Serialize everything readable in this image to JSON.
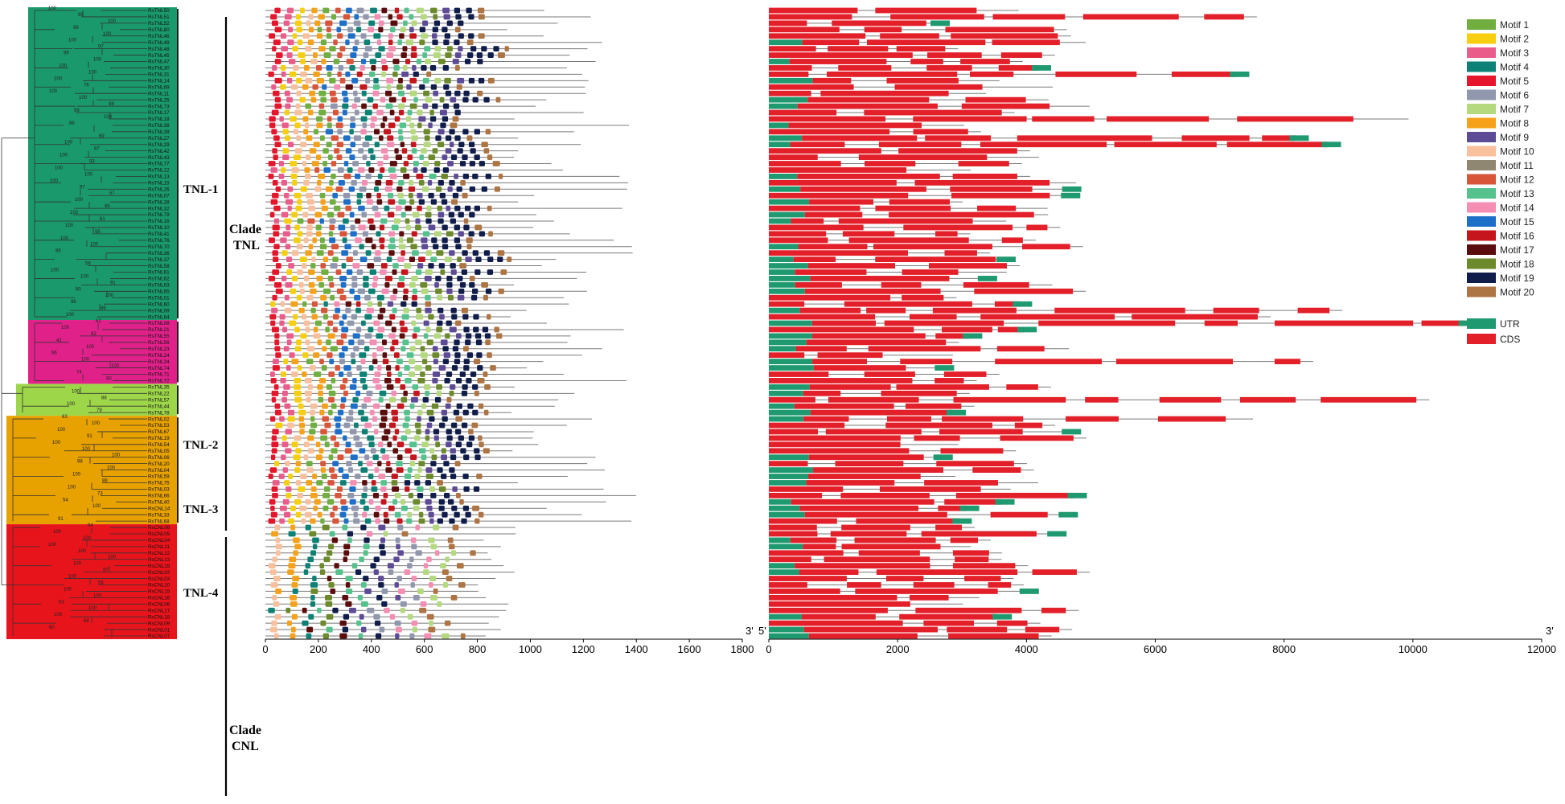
{
  "clade_groups": [
    {
      "key": "tnl1",
      "label": "TNL-1",
      "color": "#1a9a6c",
      "genes": [
        "RsTNL50",
        "RsTNL51",
        "RsTNL52",
        "RsTNL80",
        "RsTNL46",
        "RsTNL49",
        "RsTNL48",
        "RsTNL45",
        "RsTNL47",
        "RsTNL30",
        "RsTNL31",
        "RsTNL14",
        "RsTNL69",
        "RsTNL11",
        "RsTNL25",
        "RsTNL73",
        "RsTNL17",
        "RsTNL18",
        "RsTNL38",
        "RsTNL39",
        "RsTNL27",
        "RsTNL29",
        "RsTNL42",
        "RsTNL43",
        "RsTNL77",
        "RsTNL12",
        "RsTNL13",
        "RsTNL15",
        "RsTNL26",
        "RsTNL07",
        "RsTNL28",
        "RsTNL32",
        "RsTNL79",
        "RsTNL16",
        "RsTNL10",
        "RsTNL41",
        "RsTNL76",
        "RsTNL70",
        "RsTNL36",
        "RsTNL37",
        "RsTNL58",
        "RsTNL61",
        "RsTNL62",
        "RsTNL63",
        "RsTNL65",
        "RsTNL01",
        "RsTNL60",
        "RsTNL09",
        "RsTNL64"
      ]
    },
    {
      "key": "tnl2",
      "label": "TNL-2",
      "color": "#e0218a",
      "genes": [
        "RsTNL08",
        "RsTNL21",
        "RsTNL55",
        "RsTNL56",
        "RsTNL23",
        "RsTNL24",
        "RsTNL34",
        "RsTNL74",
        "RsTNL71",
        "RsTNL72"
      ]
    },
    {
      "key": "tnl3",
      "label": "TNL-3",
      "color": "#9ed64a",
      "genes": [
        "RsTNL35",
        "RsTNL22",
        "RsTNL57",
        "RsTNL44",
        "RsTNL78"
      ]
    },
    {
      "key": "tnl4",
      "label": "TNL-4",
      "color": "#e8a200",
      "genes": [
        "RsTNL02",
        "RsTNL53",
        "RsTNL67",
        "RsTNL19",
        "RsTNL54",
        "RsTNL05",
        "RsTNL06",
        "RsTNL20",
        "RsTNL04",
        "RsTNL59",
        "RsTNL75",
        "RsTNL03",
        "RsTNL66",
        "RsTNL40",
        "RsCNL14",
        "RsTNL33",
        "RsTNL68"
      ]
    },
    {
      "key": "cnl",
      "label": "",
      "color": "#e8141c",
      "genes": [
        "RsCNL08",
        "RsCNL05",
        "RsCNL04",
        "RsCNL11",
        "RsCNL12",
        "RsCNL13",
        "RsCNL19",
        "RsCNL02",
        "RsCNL03",
        "RsCNL10",
        "RsCNL15",
        "RsCNL16",
        "RsCNL06",
        "RsCNL17",
        "RsCNL18",
        "RsCNL09",
        "RsCNL01",
        "RsCNL07"
      ]
    }
  ],
  "bootstrap_values": [
    "100",
    "99",
    "100",
    "98",
    "100",
    "100",
    "97",
    "99",
    "100",
    "100",
    "100",
    "100",
    "76",
    "100",
    "100",
    "98",
    "99",
    "100",
    "86",
    "69",
    "100",
    "87",
    "100",
    "93",
    "100",
    "100",
    "100",
    "97",
    "57",
    "100",
    "65",
    "100",
    "81",
    "100",
    "95",
    "100",
    "100",
    "86",
    "56",
    "100",
    "100",
    "91",
    "90",
    "100",
    "96",
    "86",
    "100",
    "62",
    "100",
    "62",
    "41",
    "100",
    "66",
    "100",
    "100",
    "74",
    "90",
    "100",
    "88",
    "100",
    "79",
    "63",
    "100",
    "100",
    "91",
    "100",
    "100",
    "100",
    "98",
    "100",
    "100",
    "88",
    "100",
    "73",
    "54",
    "100",
    "91",
    "84",
    "100",
    "100",
    "100",
    "100",
    "100",
    "100",
    "87",
    "100",
    "58",
    "100",
    "100",
    "83",
    "100",
    "100",
    "68",
    "60"
  ],
  "clade_labels": {
    "tnl_title": [
      "Clade",
      "TNL"
    ],
    "cnl_title": [
      "Clade",
      "CNL"
    ]
  },
  "motif_axis": {
    "ticks": [
      "0",
      "200",
      "400",
      "600",
      "800",
      "1000",
      "1200",
      "1400",
      "1600",
      "1800"
    ],
    "max": 1800,
    "end_label": "3'"
  },
  "gene_axis": {
    "start_label": "5'",
    "ticks": [
      "0",
      "2000",
      "4000",
      "6000",
      "8000",
      "10000",
      "12000"
    ],
    "max": 12000,
    "end_label": "3'"
  },
  "legend": {
    "motifs": [
      {
        "label": "Motif 1",
        "color": "#6fae3f"
      },
      {
        "label": "Motif 2",
        "color": "#f7ce10"
      },
      {
        "label": "Motif 3",
        "color": "#ea5d8b"
      },
      {
        "label": "Motif 4",
        "color": "#0d8175"
      },
      {
        "label": "Motif 5",
        "color": "#e5162b"
      },
      {
        "label": "Motif 6",
        "color": "#9197ad"
      },
      {
        "label": "Motif 7",
        "color": "#b4d97e"
      },
      {
        "label": "Motif 8",
        "color": "#f5a21a"
      },
      {
        "label": "Motif 9",
        "color": "#5e4b96"
      },
      {
        "label": "Motif 10",
        "color": "#f8c09c"
      },
      {
        "label": "Motif 11",
        "color": "#8f8771"
      },
      {
        "label": "Motif 12",
        "color": "#d9553a"
      },
      {
        "label": "Motif 13",
        "color": "#55c28e"
      },
      {
        "label": "Motif 14",
        "color": "#f48eb3"
      },
      {
        "label": "Motif 15",
        "color": "#1e6fc8"
      },
      {
        "label": "Motif 16",
        "color": "#c4161c"
      },
      {
        "label": "Motif 17",
        "color": "#5b0c0c"
      },
      {
        "label": "Motif 18",
        "color": "#6c8a2b"
      },
      {
        "label": "Motif 19",
        "color": "#101c4a"
      },
      {
        "label": "Motif 20",
        "color": "#ad7444"
      }
    ],
    "features": [
      {
        "label": "UTR",
        "color": "#1f9a70"
      },
      {
        "label": "CDS",
        "color": "#e3202a"
      }
    ]
  },
  "colors": {
    "line": "#7a7a7a",
    "tree": "#333333"
  }
}
